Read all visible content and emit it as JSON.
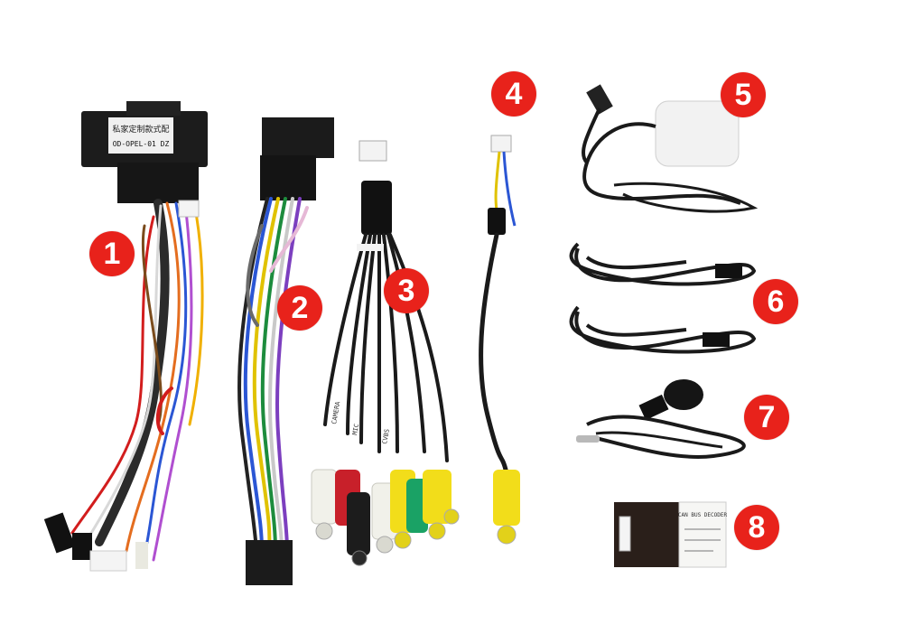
{
  "colors": {
    "badge": "#e8221b",
    "cable": "#1a1a1a",
    "rca_yellow": "#f2dd1a",
    "rca_red": "#c8202a",
    "rca_white": "#f1f1ea",
    "rca_green": "#1aa265"
  },
  "items": [
    {
      "number": "1",
      "icon": "main-power-harness"
    },
    {
      "number": "2",
      "icon": "quadlock-adapter-harness"
    },
    {
      "number": "3",
      "icon": "rca-av-cable"
    },
    {
      "number": "4",
      "icon": "reverse-camera-cable"
    },
    {
      "number": "5",
      "icon": "gps-antenna"
    },
    {
      "number": "6",
      "icon": "usb-extension-cables"
    },
    {
      "number": "7",
      "icon": "microphone"
    },
    {
      "number": "8",
      "icon": "canbus-decoder"
    }
  ],
  "labels": {
    "box1_line1": "私家定制款式配",
    "box1_line2": "OD-OPEL-01 DZ",
    "decoder_text": "CAN BUS DECODER",
    "wire_tag_1": "CAMERA",
    "wire_tag_2": "MIC",
    "wire_tag_3": "CVBS"
  }
}
